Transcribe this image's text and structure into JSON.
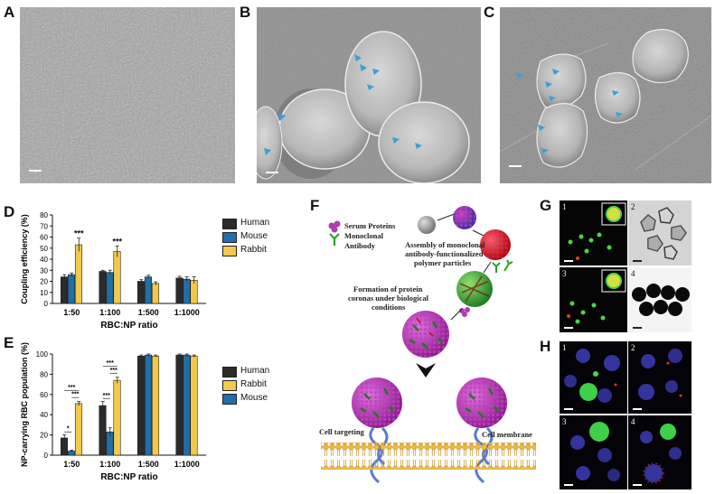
{
  "panel_labels": {
    "A": "A",
    "B": "B",
    "C": "C",
    "D": "D",
    "E": "E",
    "F": "F",
    "G": "G",
    "H": "H"
  },
  "colors": {
    "human": "#2b2b2b",
    "mouse": "#1f6fa8",
    "rabbit": "#f2c94c",
    "arrow": "#3aa0d8"
  },
  "chart_data": [
    {
      "type": "bar",
      "panel": "D",
      "ylabel": "Coupling efficiency (%)",
      "xlabel": "RBC:NP ratio",
      "ylim": [
        0,
        80
      ],
      "yticks": [
        0,
        10,
        20,
        30,
        40,
        50,
        60,
        70,
        80
      ],
      "categories": [
        "1:50",
        "1:100",
        "1:500",
        "1:1000"
      ],
      "series": [
        {
          "name": "Human",
          "color": "#2b2b2b",
          "values": [
            24,
            29,
            20,
            23
          ],
          "err": [
            2,
            1,
            1.5,
            1.5
          ]
        },
        {
          "name": "Mouse",
          "color": "#1f6fa8",
          "values": [
            26,
            28,
            24,
            22
          ],
          "err": [
            1.5,
            2,
            1.5,
            2
          ]
        },
        {
          "name": "Rabbit",
          "color": "#f2c94c",
          "values": [
            53,
            47,
            18,
            21
          ],
          "err": [
            6,
            5,
            1.5,
            3
          ]
        }
      ],
      "annotations": [
        {
          "category": "1:50",
          "text": "***"
        },
        {
          "category": "1:100",
          "text": "***"
        }
      ],
      "legend": "right"
    },
    {
      "type": "bar",
      "panel": "E",
      "ylabel": "NP-carrying RBC population (%)",
      "xlabel": "RBC:NP ratio",
      "ylim": [
        0,
        100
      ],
      "yticks": [
        0,
        20,
        40,
        60,
        80,
        100
      ],
      "categories": [
        "1:50",
        "1:100",
        "1:500",
        "1:1000"
      ],
      "series": [
        {
          "name": "Human",
          "color": "#2b2b2b",
          "values": [
            17,
            49,
            98,
            99
          ],
          "err": [
            3,
            4,
            1,
            1
          ]
        },
        {
          "name": "Mouse",
          "color": "#1f6fa8",
          "values": [
            4,
            23,
            99,
            99
          ],
          "err": [
            1,
            4,
            1,
            1
          ]
        },
        {
          "name": "Rabbit",
          "color": "#f2c94c",
          "values": [
            51,
            74,
            98,
            98
          ],
          "err": [
            2,
            3,
            1,
            1
          ]
        }
      ],
      "legend_order": [
        "Human",
        "Rabbit",
        "Mouse"
      ],
      "annotations": [
        {
          "category": "1:50",
          "text": "*"
        },
        {
          "category": "1:50",
          "text": "***"
        },
        {
          "category": "1:50",
          "text": "***"
        },
        {
          "category": "1:100",
          "text": "***"
        },
        {
          "category": "1:100",
          "text": "***"
        },
        {
          "category": "1:100",
          "text": "***"
        }
      ],
      "legend": "right"
    }
  ],
  "schematic": {
    "legend_serum": "Serum Proteins",
    "legend_antibody_1": "Monoclonal",
    "legend_antibody_2": "Antibody",
    "step1_l1": "Assembly of monoclonal",
    "step1_l2": "antibody-functionalized",
    "step1_l3": "polymer particles",
    "step2_l1": "Formation of protein",
    "step2_l2": "coronas under biological",
    "step2_l3": "conditions",
    "cell_targeting": "Cell targeting",
    "cell_membrane": "Cell membrane"
  },
  "micro_labels": {
    "g1": "1",
    "g2": "2",
    "g3": "3",
    "g4": "4",
    "h1": "1",
    "h2": "2",
    "h3": "3",
    "h4": "4"
  }
}
